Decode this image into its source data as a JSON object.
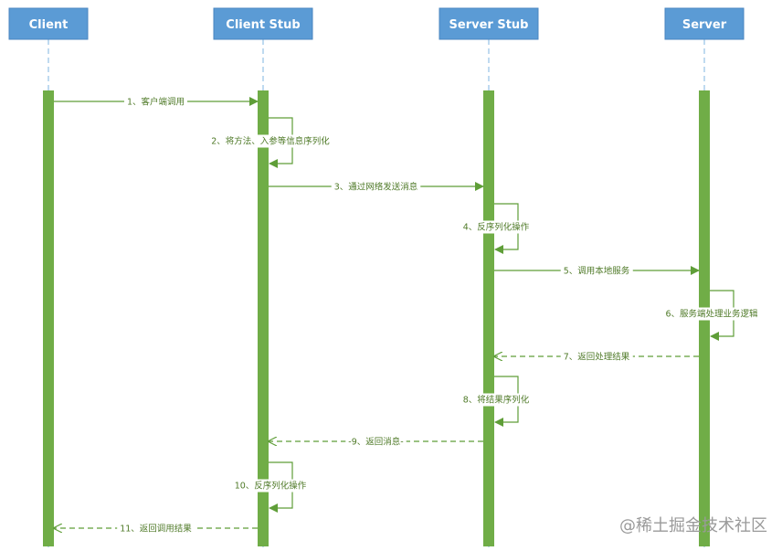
{
  "colors": {
    "box_fill": "#5b9bd5",
    "box_stroke": "#4a86c0",
    "activation": "#70ad47",
    "arrow": "#5f9e38",
    "lifeline": "#7fb4e0",
    "label": "#4f7a28"
  },
  "participants": [
    "Client",
    "Client Stub",
    "Server Stub",
    "Server"
  ],
  "messages": [
    {
      "from": 0,
      "to": 1,
      "label": "1、客户端调用",
      "style": "solid",
      "self": false
    },
    {
      "from": 1,
      "to": 1,
      "label": "2、将方法、入参等信息序列化",
      "style": "solid",
      "self": true
    },
    {
      "from": 1,
      "to": 2,
      "label": "3、通过网络发送消息",
      "style": "solid",
      "self": false
    },
    {
      "from": 2,
      "to": 2,
      "label": "4、反序列化操作",
      "style": "solid",
      "self": true
    },
    {
      "from": 2,
      "to": 3,
      "label": "5、调用本地服务",
      "style": "solid",
      "self": false
    },
    {
      "from": 3,
      "to": 3,
      "label": "6、服务端处理业务逻辑",
      "style": "solid",
      "self": true
    },
    {
      "from": 3,
      "to": 2,
      "label": "7、返回处理结果",
      "style": "dashed",
      "self": false
    },
    {
      "from": 2,
      "to": 2,
      "label": "8、将结果序列化",
      "style": "solid",
      "self": true
    },
    {
      "from": 2,
      "to": 1,
      "label": "-9、返回消息-",
      "style": "dashed",
      "self": false
    },
    {
      "from": 1,
      "to": 1,
      "label": "10、反序列化操作",
      "style": "solid",
      "self": true
    },
    {
      "from": 1,
      "to": 0,
      "label": "11、返回调用结果",
      "style": "dashed",
      "self": false
    }
  ],
  "watermark": "@稀土掘金技术社区"
}
